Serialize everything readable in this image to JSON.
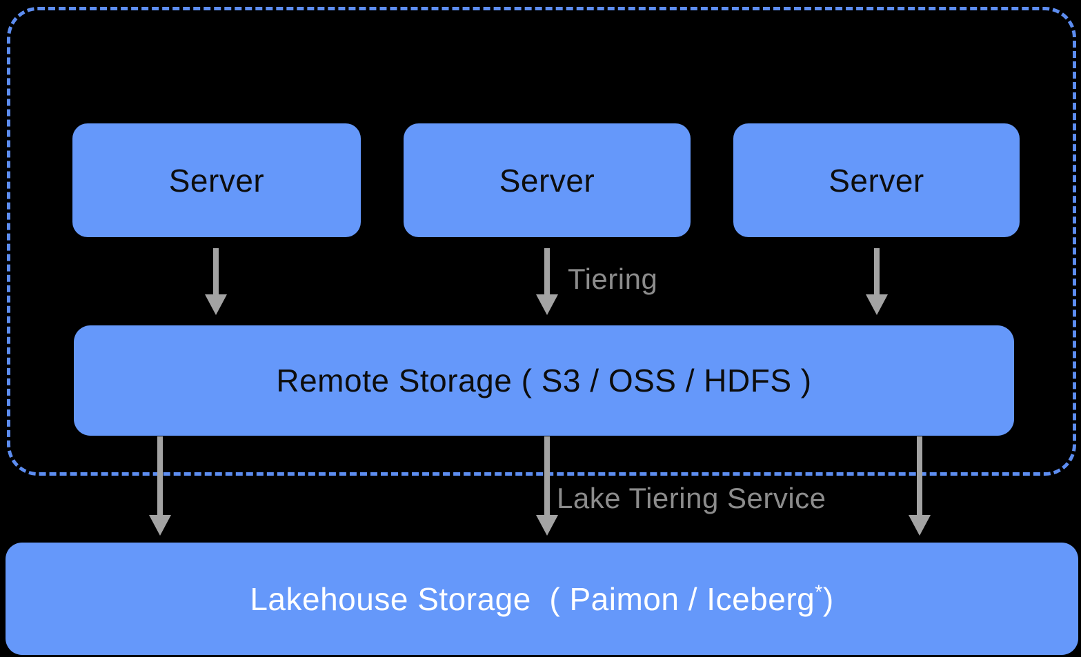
{
  "diagram": {
    "type": "architecture-diagram",
    "colors": {
      "background": "#000000",
      "node_blue": "#6598fa",
      "dashed_border_blue": "#5d8df0",
      "arrow_gray": "#a3a3a3",
      "label_gray": "#8c8c8c",
      "node_text_dark": "#0d0d0d",
      "node_text_light": "#ffffff"
    },
    "servers": [
      {
        "label": "Server"
      },
      {
        "label": "Server"
      },
      {
        "label": "Server"
      }
    ],
    "flow_labels": {
      "tiering": "Tiering",
      "lake_tiering_service": "Lake Tiering Service"
    },
    "remote_storage": {
      "label": "Remote Storage ( S3 / OSS / HDFS )"
    },
    "lakehouse": {
      "label_main": "Lakehouse Storage  ( Paimon / Iceberg",
      "superscript": "*",
      "label_close": ")"
    }
  }
}
